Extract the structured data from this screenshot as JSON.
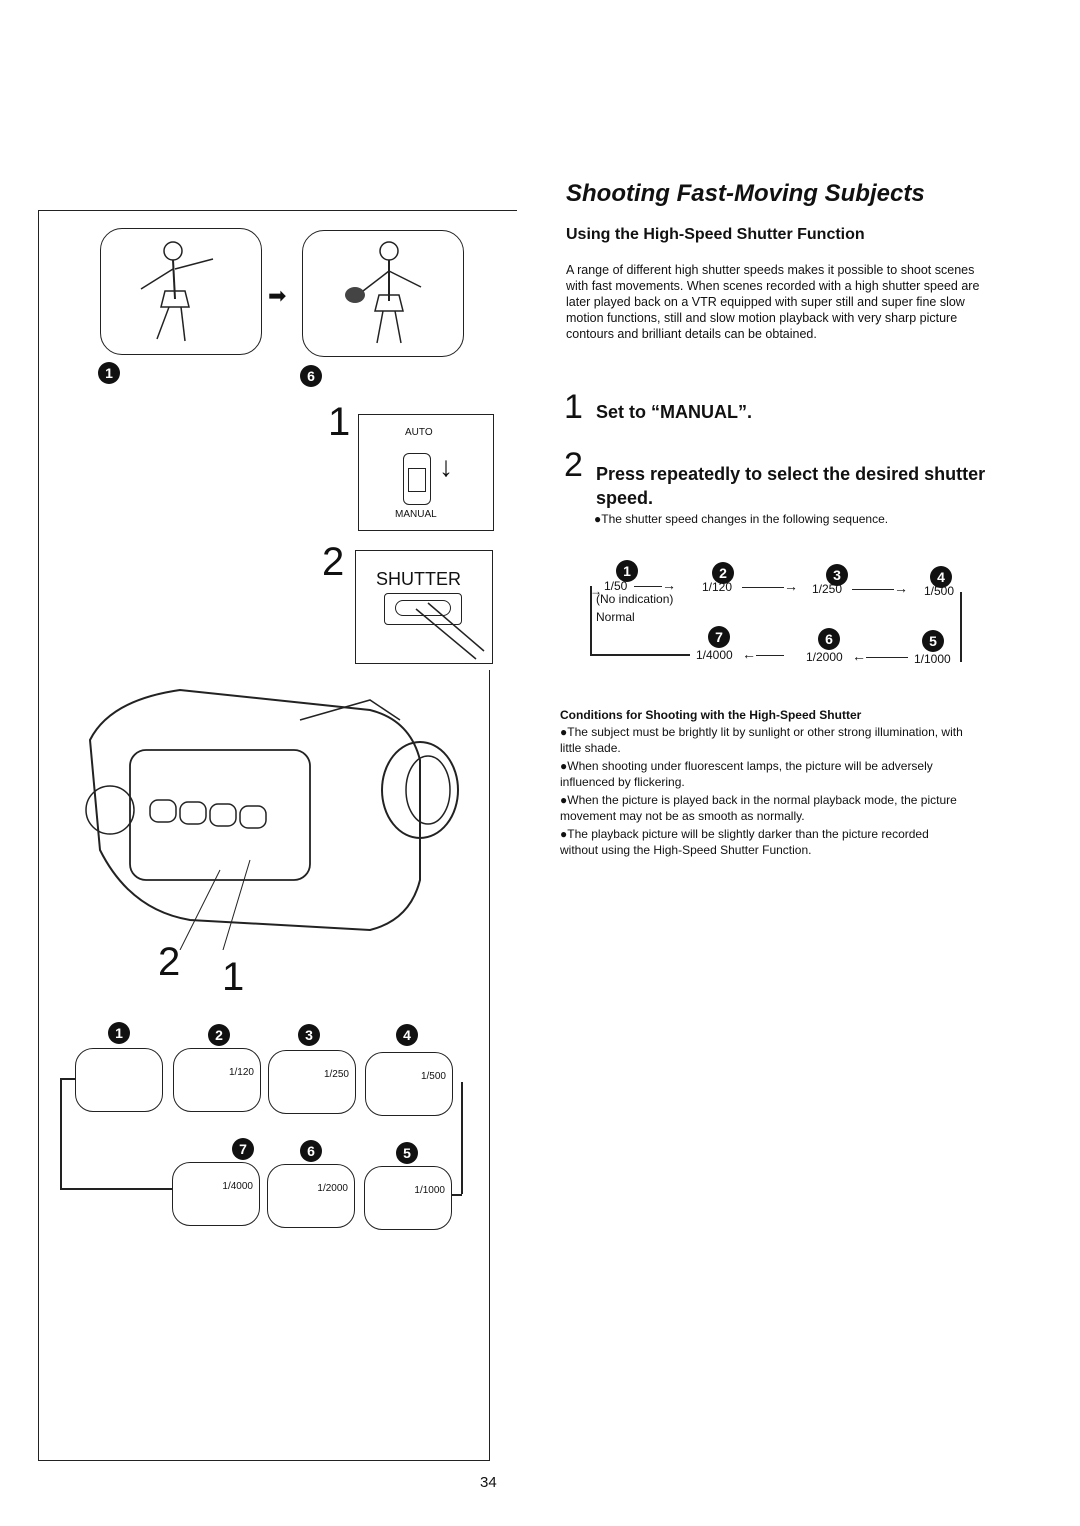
{
  "page": {
    "title": "Shooting Fast-Moving Subjects",
    "subtitle": "Using the High-Speed Shutter Function",
    "intro": "A range of different high shutter speeds makes it possible to shoot scenes with fast movements. When scenes recorded with a high shutter speed are later played back on a VTR equipped with super still and super fine slow motion functions, still and slow motion playback with very sharp picture contours and brilliant details can be obtained.",
    "page_number": "34"
  },
  "steps": [
    {
      "number": "1",
      "text": "Set to “MANUAL”."
    },
    {
      "number": "2",
      "text": "Press repeatedly to select the desired shutter speed.",
      "note": "●The shutter speed changes in the following sequence."
    }
  ],
  "sequence": {
    "markers": [
      "1",
      "2",
      "3",
      "4",
      "5",
      "6",
      "7"
    ],
    "speeds": [
      "1/50",
      "1/120",
      "1/250",
      "1/500",
      "1/1000",
      "1/2000",
      "1/4000"
    ],
    "no_indication": "(No indication)",
    "normal": "Normal"
  },
  "conditions": {
    "title": "Conditions for Shooting with the High-Speed Shutter",
    "items": [
      "●The subject must be brightly lit by sunlight or other strong illumination, with little shade.",
      "●When shooting under fluorescent lamps, the picture will be adversely influenced by flickering.",
      "●When the picture is played back in the normal playback mode, the picture movement may not be as smooth as normally.",
      "●The playback picture will be slightly darker than the picture recorded without using the High-Speed Shutter Function."
    ]
  },
  "illustration": {
    "switch_top": "AUTO",
    "switch_bottom": "MANUAL",
    "button_label": "SHUTTER",
    "callout_1": "1",
    "callout_2": "2",
    "top_markers": [
      "1",
      "6"
    ],
    "frames_row1": [
      "",
      "1/120",
      "1/250",
      "1/500"
    ],
    "frames_row2": [
      "1/4000",
      "1/2000",
      "1/1000"
    ],
    "row1_markers": [
      "1",
      "2",
      "3",
      "4"
    ],
    "row2_markers": [
      "7",
      "6",
      "5"
    ]
  },
  "colors": {
    "ink": "#111111",
    "paper": "#ffffff"
  }
}
